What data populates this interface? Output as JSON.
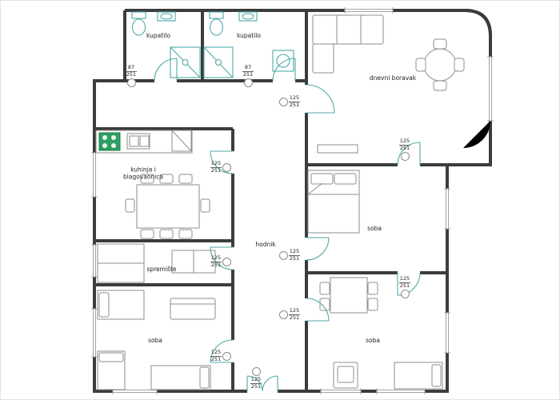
{
  "palette": {
    "wall": "#3c3c3c",
    "door_accent": "#4fa8a8",
    "furniture": "#8e8e8e",
    "stove": "#2f9e63",
    "text": "#1c1c1c"
  },
  "rooms": [
    {
      "id": "kupatilo-1",
      "label": "kupatilo"
    },
    {
      "id": "kupatilo-2",
      "label": "kupatilo"
    },
    {
      "id": "dnevni-boravak",
      "label": "dnevni boravak"
    },
    {
      "id": "kuhinja-blagovaonica",
      "label": "kuhinja i",
      "label2": "blagovaonica"
    },
    {
      "id": "hodnik",
      "label": "hodnik"
    },
    {
      "id": "soba-desno",
      "label": "soba"
    },
    {
      "id": "spremiste",
      "label": "spremište"
    },
    {
      "id": "soba-dolje-lijevo",
      "label": "soba"
    },
    {
      "id": "soba-dolje-desno",
      "label": "soba"
    }
  ],
  "doors": [
    {
      "id": "kupatilo-1-vrata",
      "width": "87",
      "height": "251"
    },
    {
      "id": "kupatilo-2-vrata",
      "width": "87",
      "height": "251"
    },
    {
      "id": "dnevni-boravak-vrata",
      "width": "125",
      "height": "251"
    },
    {
      "id": "kuhinja-vrata",
      "width": "125",
      "height": "251"
    },
    {
      "id": "soba-desno-vrata-gore",
      "width": "125",
      "height": "251"
    },
    {
      "id": "soba-desno-vrata-hodnik",
      "width": "125",
      "height": "251"
    },
    {
      "id": "spremiste-vrata",
      "width": "125",
      "height": "251"
    },
    {
      "id": "soba-dolje-desno-vrata-gore",
      "width": "125",
      "height": "251"
    },
    {
      "id": "soba-dolje-desno-vrata-hodnik",
      "width": "125",
      "height": "251"
    },
    {
      "id": "soba-dolje-lijevo-vrata",
      "width": "125",
      "height": "251"
    },
    {
      "id": "ulazna-vrata",
      "width": "125",
      "height": "251"
    }
  ]
}
